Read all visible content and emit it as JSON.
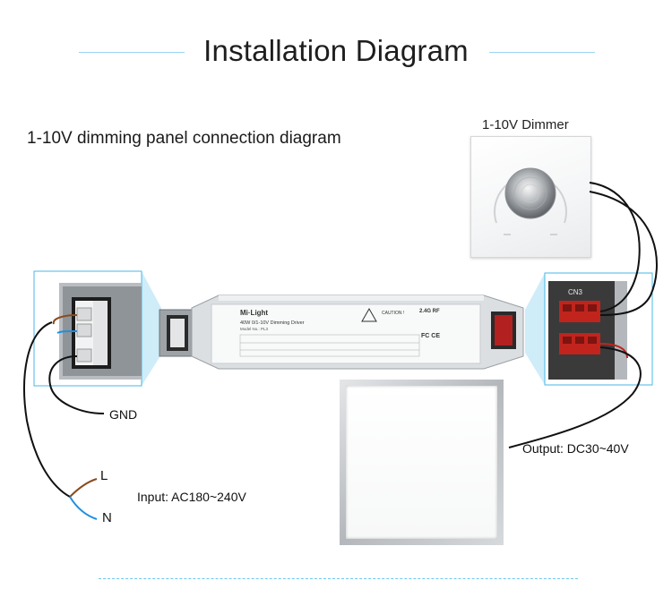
{
  "header": {
    "title": "Installation Diagram"
  },
  "subtitle": "1-10V dimming panel connection diagram",
  "dimmer": {
    "label": "1-10V Dimmer"
  },
  "driver": {
    "brand": "Mi·Light",
    "model_text": "40W 0/1-10V Dimming Driver",
    "model_no": "Model No.: PL3",
    "caution": "CAUTION !",
    "rf": "2.4G RF",
    "fc": "FC CE",
    "output_connector": "CN3"
  },
  "labels": {
    "gnd": "GND",
    "l": "L",
    "n": "N",
    "input": "Input: AC180~240V",
    "output": "Output: DC30~40V"
  },
  "colors": {
    "accent": "#48b7e6",
    "wire_black": "#111111",
    "wire_brown": "#8a4a1f",
    "wire_blue": "#1f8fe0"
  }
}
